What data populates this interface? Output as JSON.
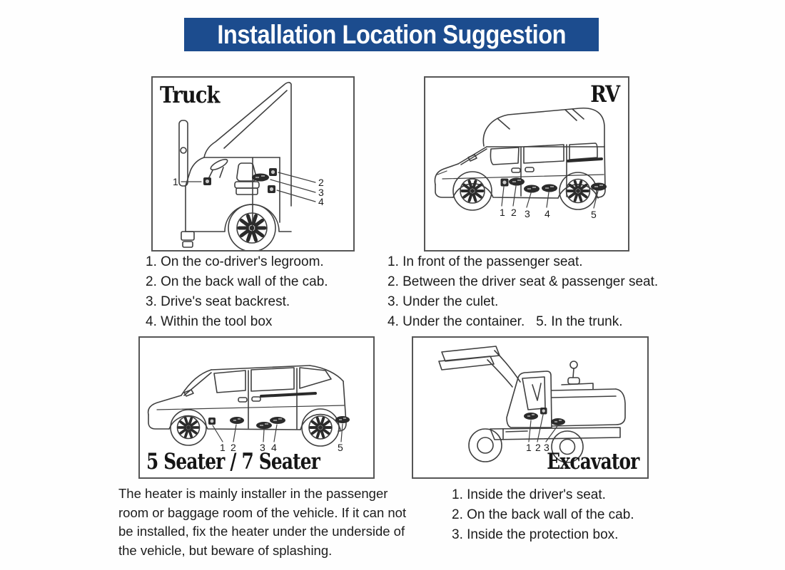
{
  "banner": {
    "title": "Installation Location Suggestion"
  },
  "colors": {
    "banner_bg": "#1c4c8e",
    "banner_text": "#ffffff",
    "ink": "#1c1c1c",
    "line": "#3f3f3f",
    "panel_border": "#565656"
  },
  "panels": {
    "truck": {
      "title": "Truck",
      "markers": [
        "1",
        "2",
        "3",
        "4"
      ]
    },
    "rv": {
      "title": "RV",
      "markers": [
        "1",
        "2",
        "3",
        "4",
        "5"
      ]
    },
    "seater": {
      "title": "5 Seater / 7 Seater",
      "markers": [
        "1",
        "2",
        "3",
        "4",
        "5"
      ]
    },
    "excavator": {
      "title": "Excavator",
      "markers": [
        "1",
        "2",
        "3"
      ]
    }
  },
  "notes": {
    "truck": [
      "1. On the co-driver's legroom.",
      "2. On the back wall of the cab.",
      "3. Drive's seat backrest.",
      "4. Within the tool box"
    ],
    "rv": [
      "1. In front of the passenger seat.",
      "2. Between the driver seat & passenger seat.",
      "3. Under the culet.",
      "4. Under the container.   5. In the trunk."
    ],
    "excavator": [
      "1. Inside the driver's seat.",
      "2. On the back wall of the cab.",
      "3. Inside the protection box."
    ],
    "seater_paragraph": [
      "The heater is mainly installer in the passenger",
      "room or baggage room of the vehicle. If it can not",
      "be installed, fix the heater under the underside of",
      "the vehicle, but beware of splashing."
    ]
  }
}
